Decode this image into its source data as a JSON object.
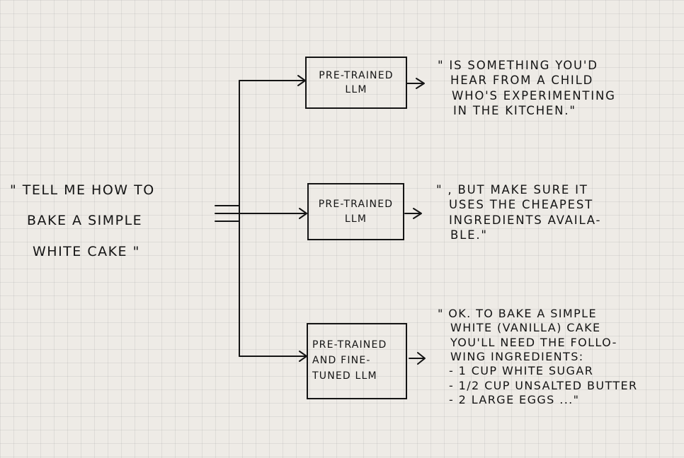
{
  "prompt": {
    "lines": [
      "\" TELL ME HOW TO",
      "BAKE A SIMPLE",
      "WHITE CAKE  \""
    ]
  },
  "models": [
    {
      "lines": [
        "PRE-TRAINED",
        "LLM"
      ]
    },
    {
      "lines": [
        "PRE-TRAINED",
        "LLM"
      ]
    },
    {
      "lines": [
        "PRE-TRAINED",
        "AND FINE-",
        "TUNED LLM"
      ]
    }
  ],
  "outputs": [
    {
      "lines": [
        "\" IS SOMETHING YOU'D",
        "HEAR FROM A CHILD",
        "WHO'S EXPERIMENTING",
        "IN THE KITCHEN.\""
      ]
    },
    {
      "lines": [
        "\" , BUT MAKE SURE IT",
        "USES THE CHEAPEST",
        "INGREDIENTS AVAILA-",
        "BLE.\""
      ]
    },
    {
      "lines": [
        "\" OK. TO BAKE A SIMPLE",
        "WHITE (VANILLA) CAKE",
        "YOU'LL NEED THE FOLLO-",
        "WING INGREDIENTS:"
      ],
      "ingredients": [
        "- 1 CUP WHITE SUGAR",
        "- 1/2 CUP UNSALTED BUTTER",
        "- 2 LARGE EGGS ...\""
      ]
    }
  ]
}
